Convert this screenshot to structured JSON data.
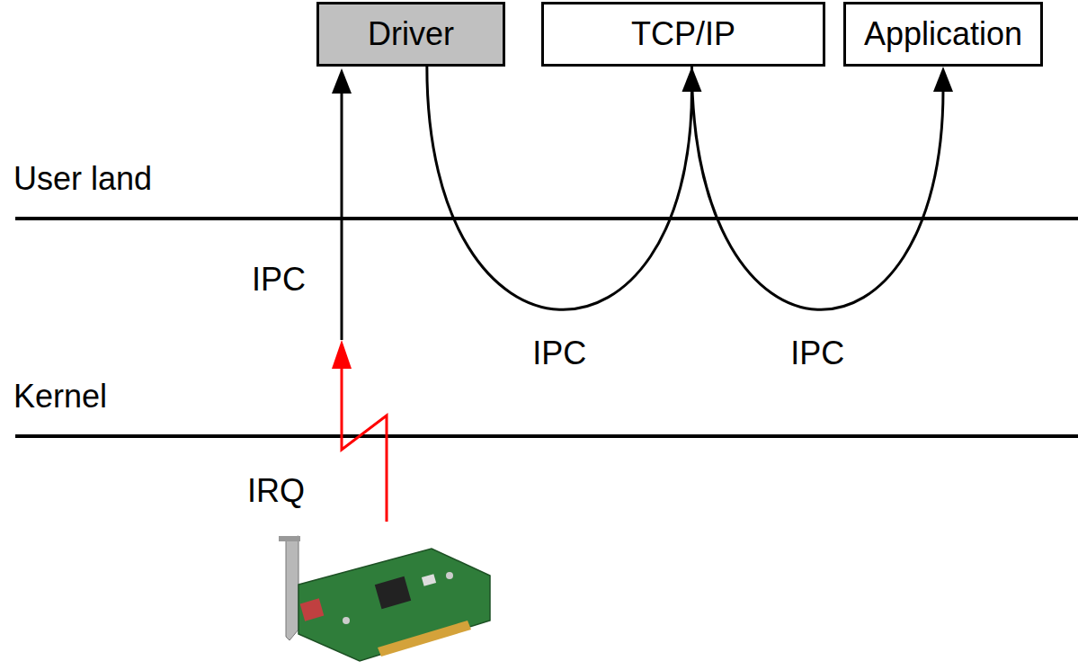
{
  "diagram": {
    "nodes": [
      {
        "text": [
          "Driver"
        ]
      },
      {
        "text": [
          "TCP/IP"
        ]
      },
      {
        "text": [
          "Application"
        ]
      }
    ],
    "edges": [
      {
        "from": 0,
        "to": 1,
        "label": "IPC",
        "arrow": "to"
      },
      {
        "from": 1,
        "to": 2,
        "label": "IPC",
        "arrow": "to"
      }
    ],
    "labels": [
      "User land",
      "IPC",
      "Kernel",
      "IRQ"
    ]
  }
}
